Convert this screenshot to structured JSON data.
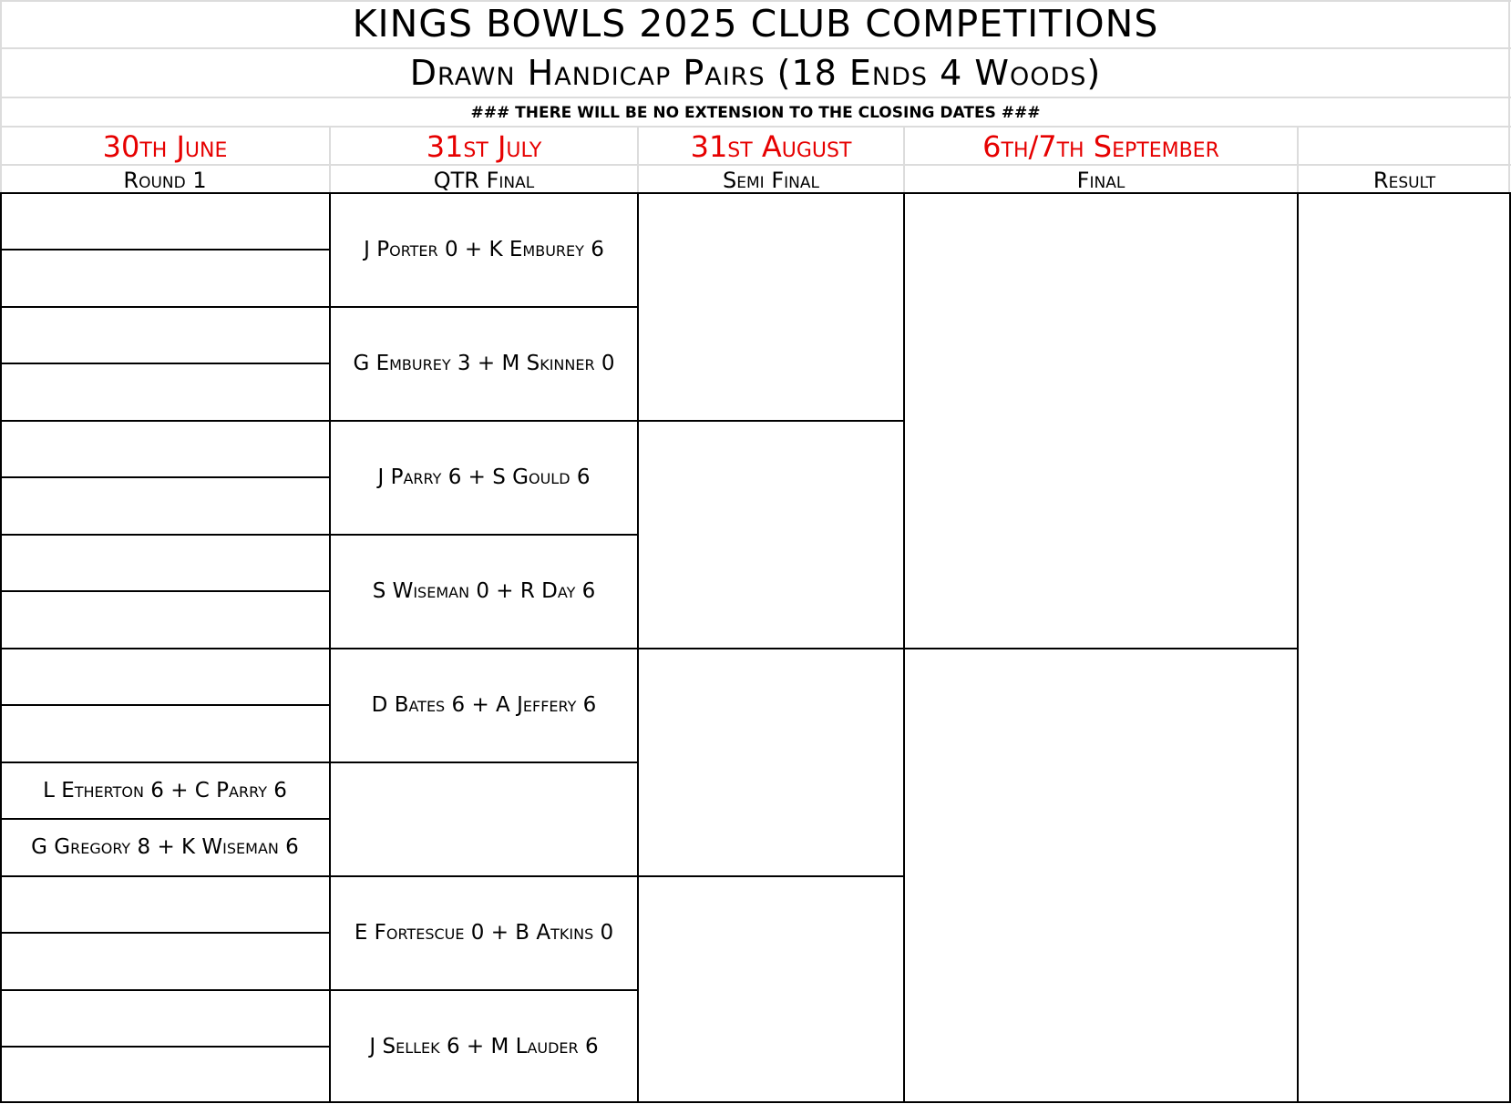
{
  "title": "KINGS BOWLS 2025 CLUB COMPETITIONS",
  "subtitle": "Drawn Handicap Pairs (18 Ends 4 Woods)",
  "notice": "### THERE WILL BE NO EXTENSION TO THE CLOSING DATES ###",
  "columns": [
    {
      "date": "30th June",
      "label": "Round 1"
    },
    {
      "date": "31st July",
      "label": "QTR Final"
    },
    {
      "date": "31st August",
      "label": "Semi Final"
    },
    {
      "date": "6th/7th September",
      "label": "Final"
    },
    {
      "date": "",
      "label": "Result"
    }
  ],
  "round1": [
    "",
    "",
    "",
    "",
    "",
    "",
    "",
    "",
    "",
    "",
    "L Etherton 6 + C Parry 6",
    "G Gregory 8 + K Wiseman 6",
    "",
    "",
    "",
    ""
  ],
  "qtr_final": [
    "J Porter 0 + K Emburey 6",
    "G Emburey 3 + M Skinner 0",
    "J Parry 6 + S Gould 6",
    "S Wiseman 0 + R Day 6",
    "D Bates 6 + A Jeffery 6",
    "",
    "E Fortescue 0 + B Atkins 0",
    "J Sellek 6 + M Lauder 6"
  ],
  "semi_final": [
    "",
    "",
    "",
    ""
  ],
  "final": [
    "",
    ""
  ],
  "result": "",
  "colors": {
    "date": "#e60000",
    "grid": "#dcdcdc",
    "border": "#000000"
  }
}
